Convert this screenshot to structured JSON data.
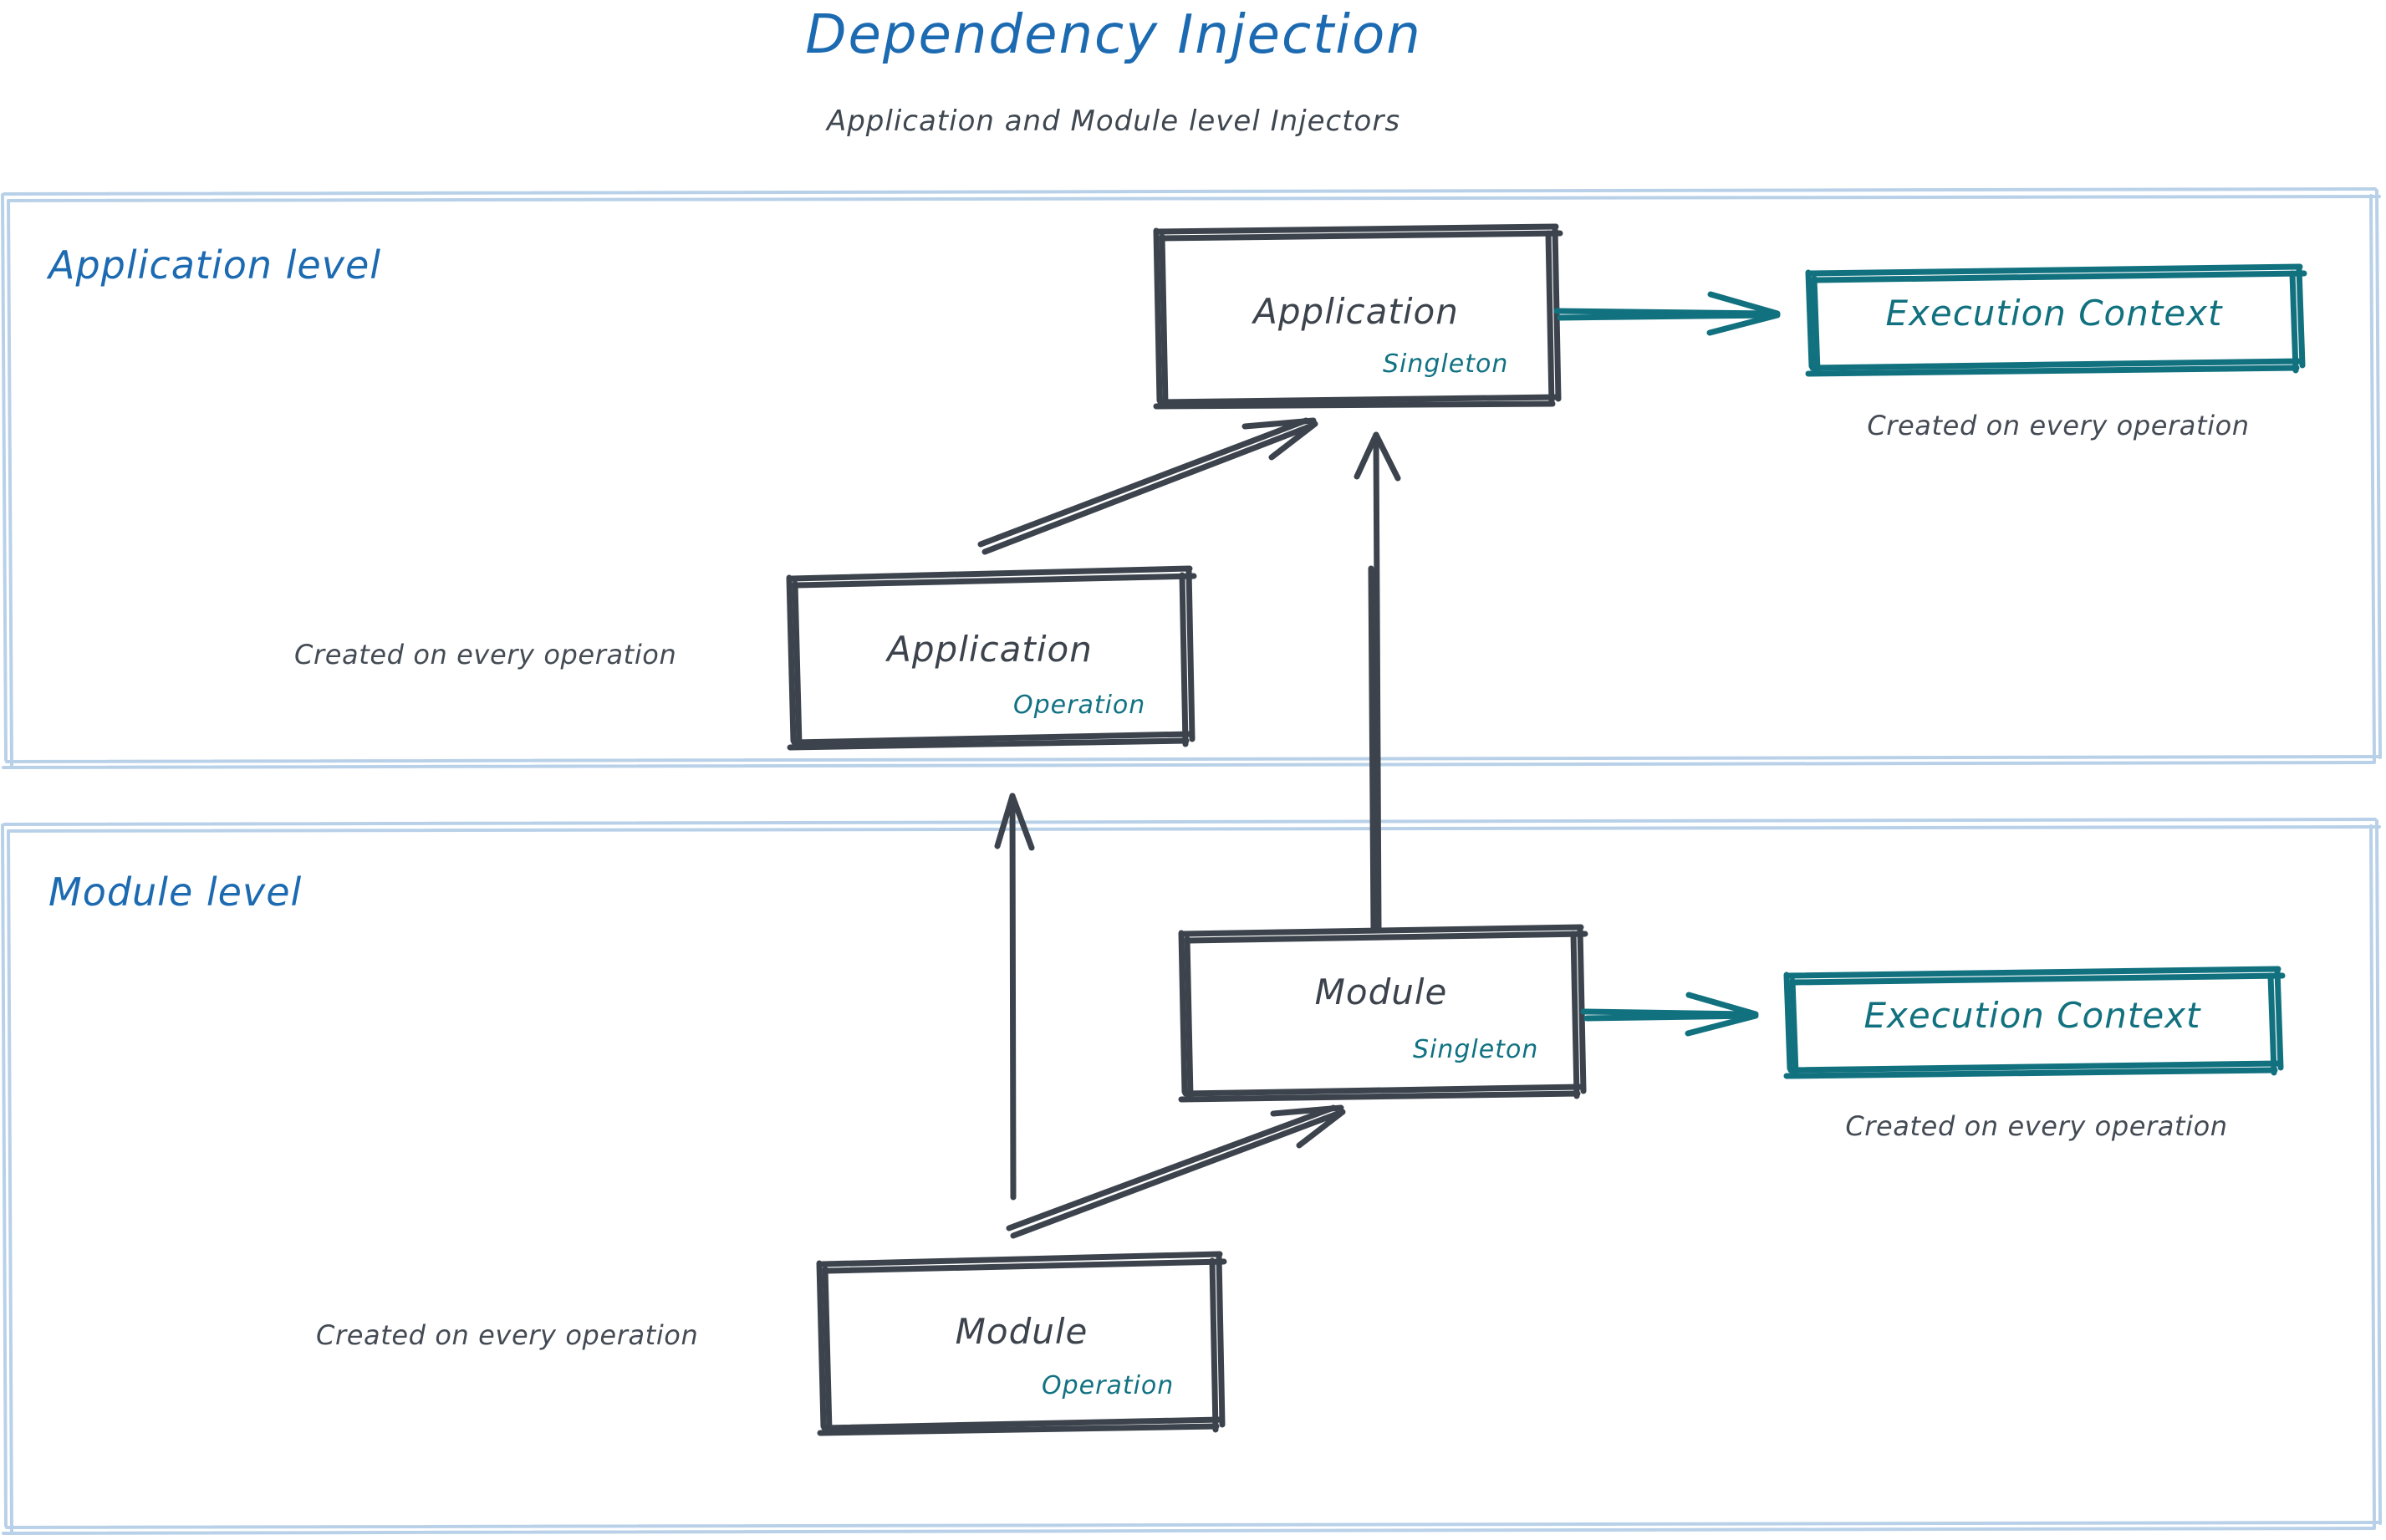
{
  "header": {
    "title": "Dependency Injection",
    "subtitle": "Application and Module level Injectors",
    "title_color": "#1c6ab1",
    "subtitle_color": "#3f4750"
  },
  "palette": {
    "ink": "#3c434c",
    "teal": "#11717f",
    "blue": "#1c6ab1",
    "container_border": "#b9d1e8",
    "background": "#ffffff"
  },
  "containers": [
    {
      "id": "application-level",
      "label": "Application level"
    },
    {
      "id": "module-level",
      "label": "Module level"
    }
  ],
  "nodes": [
    {
      "id": "application-singleton",
      "title": "Application",
      "scope": "Singleton",
      "level": "Application level"
    },
    {
      "id": "application-operation",
      "title": "Application",
      "scope": "Operation",
      "level": "Application level"
    },
    {
      "id": "module-singleton",
      "title": "Module",
      "scope": "Singleton",
      "level": "Module level"
    },
    {
      "id": "module-operation",
      "title": "Module",
      "scope": "Operation",
      "level": "Module level"
    }
  ],
  "execution_contexts": [
    {
      "id": "execution-context-application",
      "title": "Execution Context",
      "caption": "Created on every operation",
      "level": "Application level"
    },
    {
      "id": "execution-context-module",
      "title": "Execution Context",
      "caption": "Created on every operation",
      "level": "Module level"
    }
  ],
  "captions": [
    {
      "id": "caption-application-operation",
      "text": "Created on every operation",
      "attached_to": "application-operation"
    },
    {
      "id": "caption-module-operation",
      "text": "Created on every operation",
      "attached_to": "module-operation"
    }
  ],
  "edges": [
    {
      "id": "edge-app-operation-to-app-singleton",
      "from": "application-operation",
      "to": "application-singleton",
      "style": "sketch-arrow",
      "color": "#3c434c"
    },
    {
      "id": "edge-app-singleton-to-execution-context",
      "from": "application-singleton",
      "to": "execution-context-application",
      "style": "sketch-arrow",
      "color": "#11717f"
    },
    {
      "id": "edge-module-singleton-to-app-singleton",
      "from": "module-singleton",
      "to": "application-singleton",
      "style": "sketch-arrow",
      "color": "#3c434c"
    },
    {
      "id": "edge-module-operation-to-application-level",
      "from": "module-operation",
      "to": "application-level",
      "style": "sketch-arrow",
      "color": "#3c434c"
    },
    {
      "id": "edge-module-operation-to-module-singleton",
      "from": "module-operation",
      "to": "module-singleton",
      "style": "sketch-arrow",
      "color": "#3c434c"
    },
    {
      "id": "edge-module-singleton-to-execution-context",
      "from": "module-singleton",
      "to": "execution-context-module",
      "style": "sketch-arrow",
      "color": "#11717f"
    }
  ]
}
